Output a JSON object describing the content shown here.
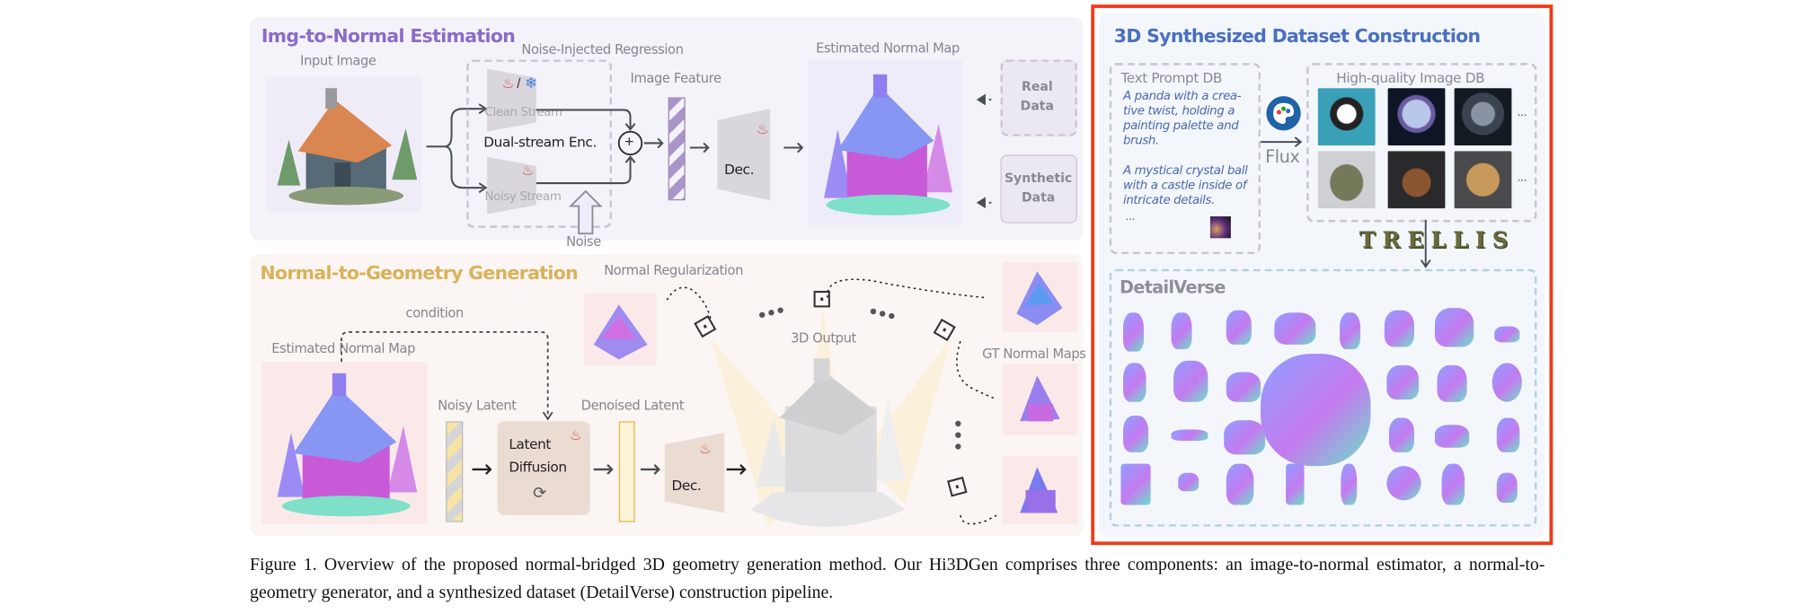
{
  "top_panel": {
    "title": "Img-to-Normal Estimation",
    "input_image_label": "Input Image",
    "regression_label": "Noise-Injected Regression",
    "clean_stream": "Clean Stream",
    "noisy_stream": "Noisy Stream",
    "encoder": "Dual-stream Enc.",
    "image_feature": "Image Feature",
    "decoder": "Dec.",
    "noise": "Noise",
    "output_label": "Estimated Normal Map",
    "real_data": "Real Data",
    "synthetic_data": "Synthetic Data",
    "plus": "+",
    "slash": "/"
  },
  "bottom_panel": {
    "title": "Normal-to-Geometry Generation",
    "condition": "condition",
    "input_label": "Estimated Normal Map",
    "noisy_latent": "Noisy Latent",
    "latent_diffusion": "Latent Diffusion",
    "denoised_latent": "Denoised Latent",
    "decoder": "Dec.",
    "normal_regularization": "Normal Regularization",
    "output_label": "3D Output",
    "gt_label": "GT Normal Maps"
  },
  "right_panel": {
    "title": "3D Synthesized Dataset Construction",
    "text_db_label": "Text Prompt DB",
    "prompts": [
      "A panda with a crea-tive twist, holding a painting palette and brush.",
      "A mystical crystal ball with a castle inside of intricate details."
    ],
    "prompt_ellipsis": "...",
    "flux_label": "Flux",
    "image_db_label": "High-quality Image DB",
    "image_ellipsis": "...",
    "trellis_label": "TRELLIS",
    "detailverse_label": "DetailVerse",
    "accent_color": "#f03a1a"
  },
  "caption": "Figure 1.  Overview of the proposed normal-bridged 3D geometry generation method. Our Hi3DGen comprises three components: an image-to-normal estimator, a normal-to-geometry generator, and a synthesized dataset (DetailVerse) construction pipeline."
}
